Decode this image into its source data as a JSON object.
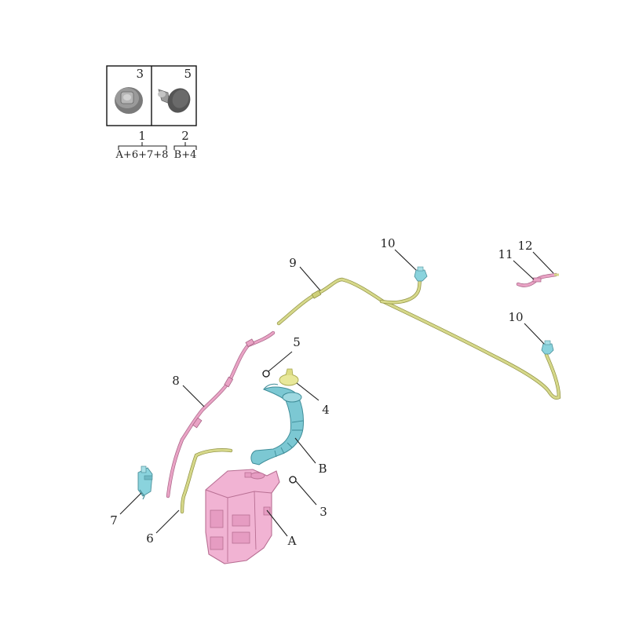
{
  "inset": {
    "cells": [
      {
        "number": "3",
        "kit_number": "1",
        "kit_contents": "A+6+7+8"
      },
      {
        "number": "5",
        "kit_number": "2",
        "kit_contents": "B+4"
      }
    ]
  },
  "callouts": {
    "c10a": "10",
    "c12": "12",
    "c11": "11",
    "c9": "9",
    "c10b": "10",
    "c5": "5",
    "c4": "4",
    "c8": "8",
    "cB": "B",
    "c3": "3",
    "c7": "7",
    "c6": "6",
    "cA": "A"
  },
  "colors": {
    "reservoir": "#f1b3d3",
    "filler_neck": "#7cc8d3",
    "nozzle": "#8ad3dd",
    "cap": "#e8e89a",
    "hose_yellow": "#d6d88a",
    "hose_pink": "#e9a3c5",
    "grommet": "#707070"
  }
}
